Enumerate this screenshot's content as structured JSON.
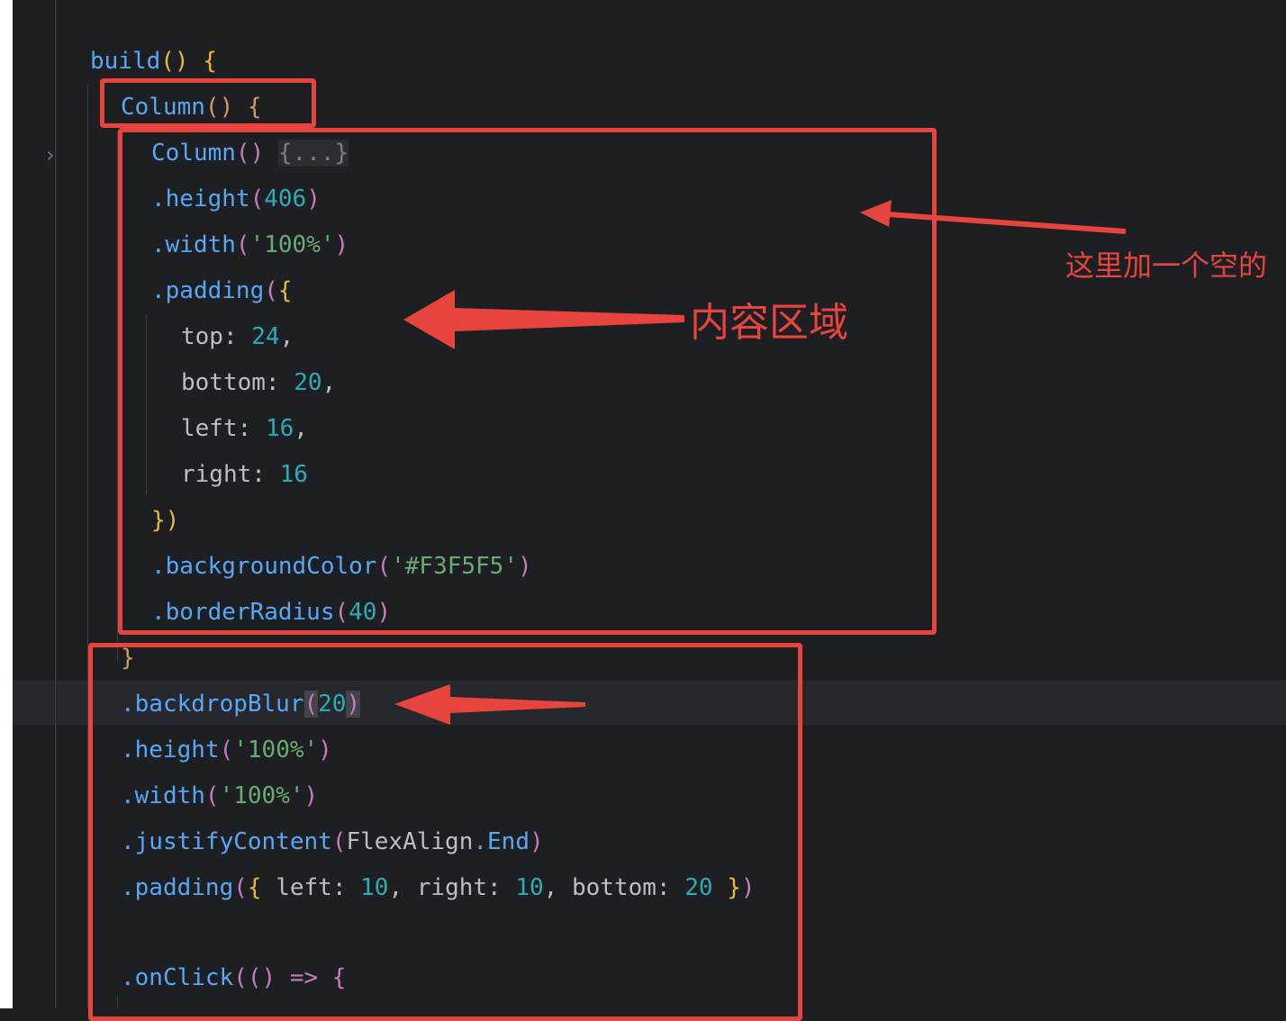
{
  "colors": {
    "background": "#1e1f22",
    "annotation_red": "#e6443d"
  },
  "editor": {
    "lines": {
      "l01": "build",
      "l01b": "()",
      "l01c": "{",
      "l02": "Column",
      "l02b": "()",
      "l02c": "{",
      "l03": "Column",
      "l03b": "()",
      "l03fold": "{...}",
      "l04": ".height",
      "l04v": "406",
      "l05": ".width",
      "l05v": "'100%'",
      "l06": ".padding",
      "l07k": "top",
      "l07v": "24",
      "l08k": "bottom",
      "l08v": "20",
      "l09k": "left",
      "l09v": "16",
      "l10k": "right",
      "l10v": "16",
      "l11": "})",
      "l12": ".backgroundColor",
      "l12v": "'#F3F5F5'",
      "l13": ".borderRadius",
      "l13v": "40",
      "l14": "}",
      "l15": ".backdropBlur",
      "l15v": "20",
      "l16": ".height",
      "l16v": "'100%'",
      "l17": ".width",
      "l17v": "'100%'",
      "l18": ".justifyContent",
      "l18a": "FlexAlign",
      "l18b": ".End",
      "l19": ".padding",
      "l19k1": "left",
      "l19v1": "10",
      "l19k2": "right",
      "l19v2": "10",
      "l19k3": "bottom",
      "l19v3": "20",
      "l21": ".onClick",
      "l21b": "(() => {"
    },
    "fold_glyph": "chevron-right"
  },
  "annotations": {
    "content_area": "内容区域",
    "empty_note": "这里加一个空的"
  }
}
